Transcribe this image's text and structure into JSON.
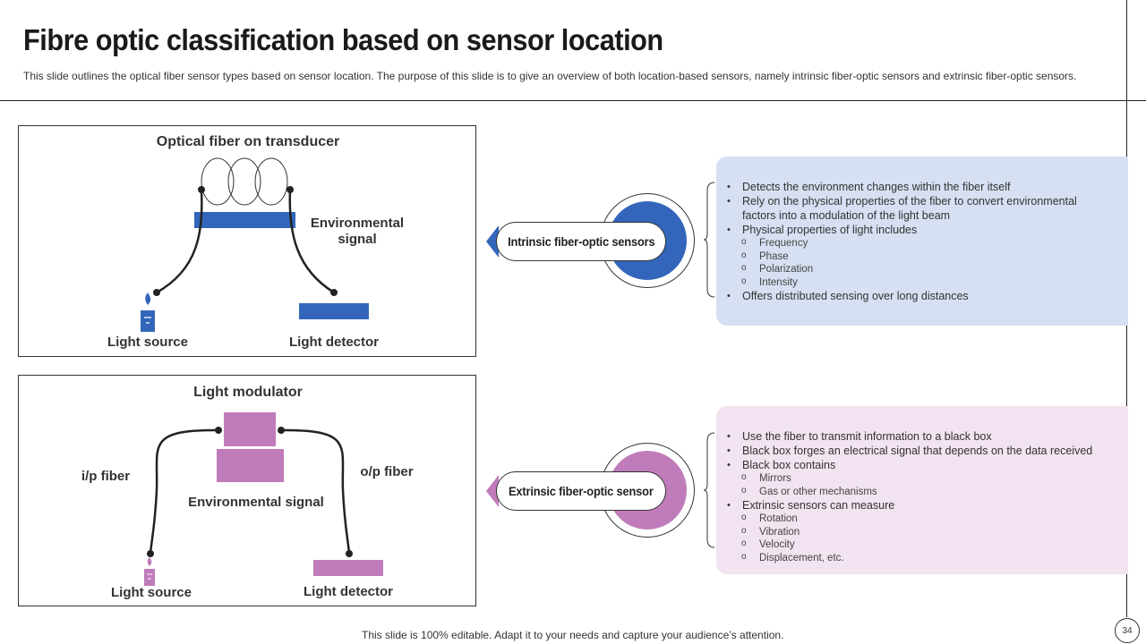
{
  "slide": {
    "title": "Fibre optic classification based on sensor location",
    "subtitle": "This slide outlines the optical fiber sensor types based on sensor location. The purpose of this slide is to give an overview of both location-based sensors, namely intrinsic fiber-optic sensors and extrinsic fiber-optic sensors.",
    "footer": "This slide is 100% editable. Adapt it to your needs and capture your audience’s attention.",
    "page_number": "34"
  },
  "colors": {
    "blue": "#3366bb",
    "purple": "#c07cba",
    "blue_bg": "#d6e0f2",
    "purple_bg": "#f1e3ef"
  },
  "intrinsic": {
    "diagram": {
      "title": "Optical fiber on transducer",
      "env_label": "Environmental signal",
      "source_label": "Light source",
      "detector_label": "Light detector"
    },
    "label": "Intrinsic fiber-optic sensors",
    "bullets": [
      {
        "text": "Detects the environment changes within the fiber itself"
      },
      {
        "text": "Rely on the physical properties of the fiber to convert environmental factors into a modulation of the light beam"
      },
      {
        "text": "Physical properties of light includes",
        "sub": [
          "Frequency",
          "Phase",
          "Polarization",
          "Intensity"
        ]
      },
      {
        "text": "Offers distributed sensing over long distances"
      }
    ]
  },
  "extrinsic": {
    "diagram": {
      "title": "Light modulator",
      "ip_label": "i/p fiber",
      "op_label": "o/p fiber",
      "env_label": "Environmental signal",
      "source_label": "Light source",
      "detector_label": "Light detector"
    },
    "label": "Extrinsic fiber-optic sensor",
    "bullets": [
      {
        "text": "Use the fiber to transmit information to a black box"
      },
      {
        "text": "Black box forges an electrical signal that depends on the data received"
      },
      {
        "text": "Black box contains",
        "sub": [
          "Mirrors",
          "Gas or other mechanisms"
        ]
      },
      {
        "text": "Extrinsic sensors can measure",
        "sub": [
          "Rotation",
          "Vibration",
          "Velocity",
          "Displacement, etc."
        ]
      }
    ]
  }
}
